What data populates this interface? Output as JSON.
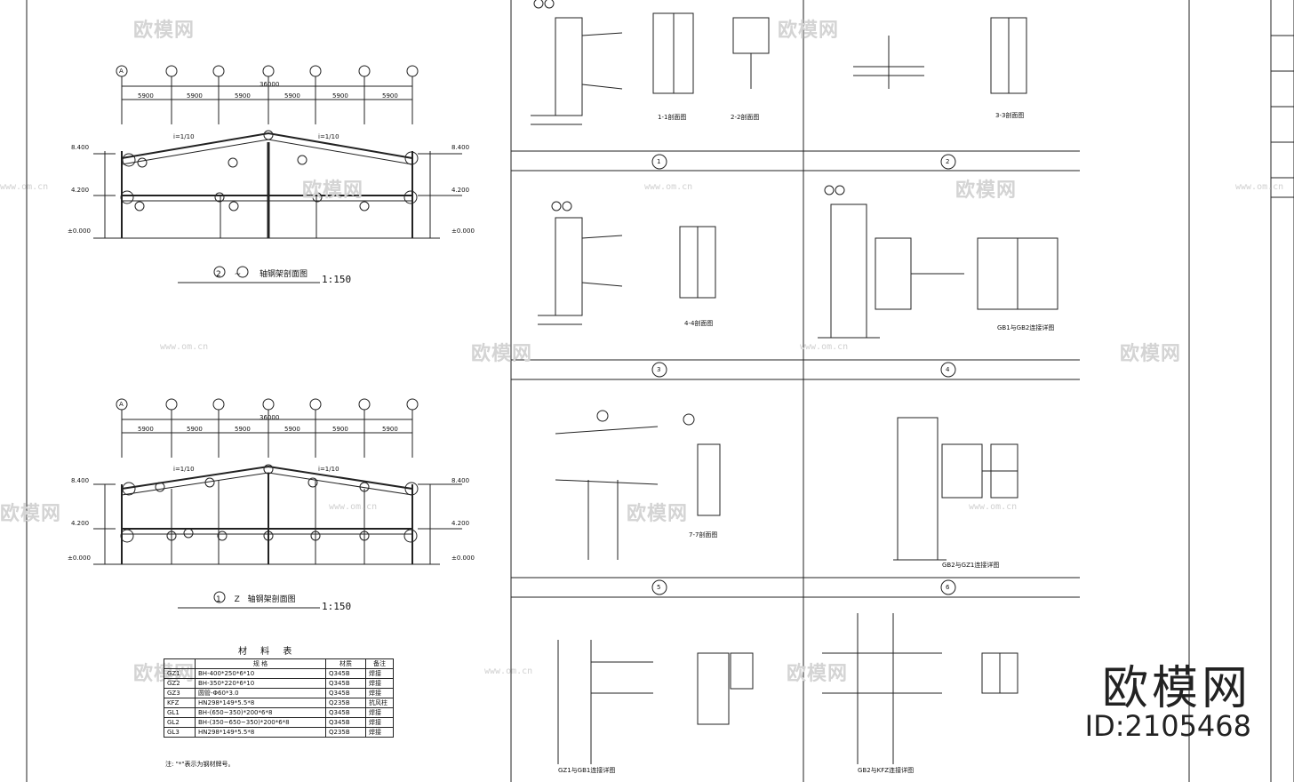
{
  "watermark": {
    "brand": "欧模网",
    "url": "www.om.cn"
  },
  "brand_block": {
    "name": "欧模网",
    "id": "ID:2105468"
  },
  "elevation_top": {
    "caption_prefix": "2",
    "caption_mid": "~",
    "caption_suffix": "轴钢架剖面图",
    "scale": "1:150",
    "axis_tag": "A",
    "total_span": "36000",
    "bay_dims": [
      "5900",
      "5900",
      "5900",
      "5900",
      "5900",
      "5900"
    ],
    "levels": [
      "8.400",
      "4.200",
      "±0.000"
    ],
    "slopes": [
      "i=1/10",
      "i=1/10"
    ]
  },
  "elevation_bottom": {
    "caption_prefix": "1",
    "caption_mid": "Z",
    "caption_suffix": "轴钢架剖面图",
    "scale": "1:150",
    "axis_tag": "A",
    "total_span": "36000",
    "bay_dims": [
      "5900",
      "5900",
      "5900",
      "5900",
      "5900",
      "5900"
    ],
    "levels": [
      "8.400",
      "4.200",
      "±0.000"
    ],
    "slopes": [
      "i=1/10",
      "i=1/10"
    ]
  },
  "material_table": {
    "title": "材 料 表",
    "headers": [
      "",
      "规 格",
      "材质",
      "备注"
    ],
    "rows": [
      [
        "GZ1",
        "BH-400*250*6*10",
        "Q345B",
        "焊接"
      ],
      [
        "GZ2",
        "BH-350*220*6*10",
        "Q345B",
        "焊接"
      ],
      [
        "GZ3",
        "圆管-Φ60*3.0",
        "Q345B",
        "焊接"
      ],
      [
        "KFZ",
        "HN298*149*5.5*8",
        "Q235B",
        "抗风柱"
      ],
      [
        "GL1",
        "BH-(650~350)*200*6*8",
        "Q345B",
        "焊接"
      ],
      [
        "GL2",
        "BH-(350~650~350)*200*6*8",
        "Q345B",
        "焊接"
      ],
      [
        "GL3",
        "HN298*149*5.5*8",
        "Q235B",
        "焊接"
      ]
    ],
    "note": "注: \"*\"表示为钢材牌号。"
  },
  "details": [
    {
      "num": "1",
      "sec": "1-1剖面图",
      "sec2": "2-2剖面图"
    },
    {
      "num": "2",
      "sec": "3-3剖面图"
    },
    {
      "num": "3",
      "sec": "4-4剖面图"
    },
    {
      "num": "4",
      "sec": "GB1与GB2连接详图"
    },
    {
      "num": "5",
      "sec": "7-7剖面图"
    },
    {
      "num": "6",
      "sec": "GB2与GZ1连接详图"
    },
    {
      "num": "",
      "sec": "GZ1与GB1连接详图"
    },
    {
      "num": "",
      "sec": "GB2与KFZ连接详图"
    }
  ]
}
